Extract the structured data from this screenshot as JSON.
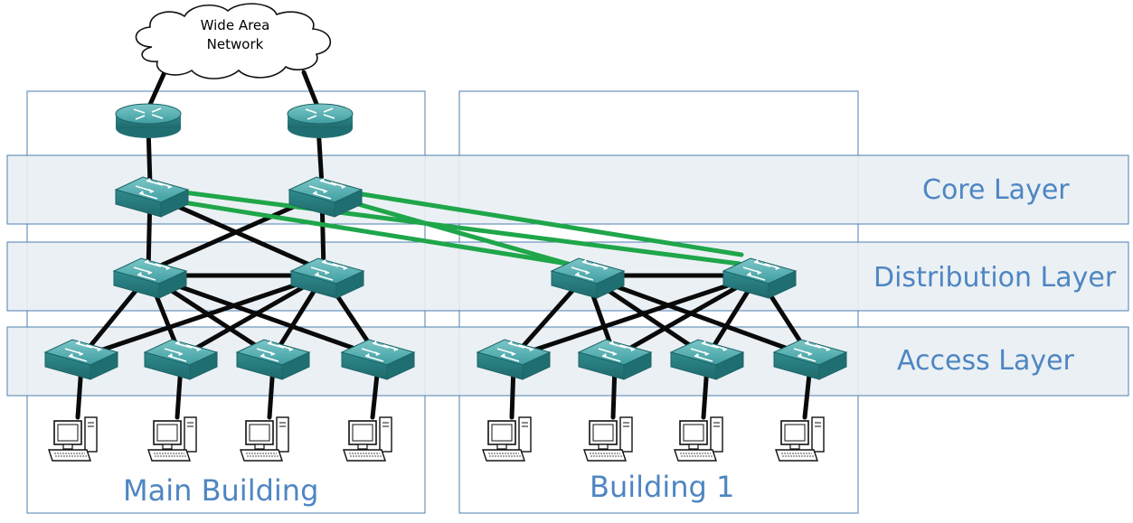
{
  "wan": {
    "line1": "Wide Area",
    "line2": "Network"
  },
  "layers": {
    "core": "Core Layer",
    "distribution": "Distribution Layer",
    "access": "Access Layer"
  },
  "buildings": {
    "main": "Main Building",
    "b1": "Building 1"
  },
  "colors": {
    "device_teal": "#2e8c8f",
    "device_top": "#5fb7b9",
    "link_black": "#0a0a0a",
    "link_green": "#1fa64a",
    "layer_fill": "#e9eef3",
    "box_border": "#4e7fb0",
    "label_blue": "#4e86c2"
  },
  "icons": {
    "router": "router-icon",
    "switch": "switch-icon",
    "computer": "computer-icon",
    "cloud": "cloud-icon"
  }
}
